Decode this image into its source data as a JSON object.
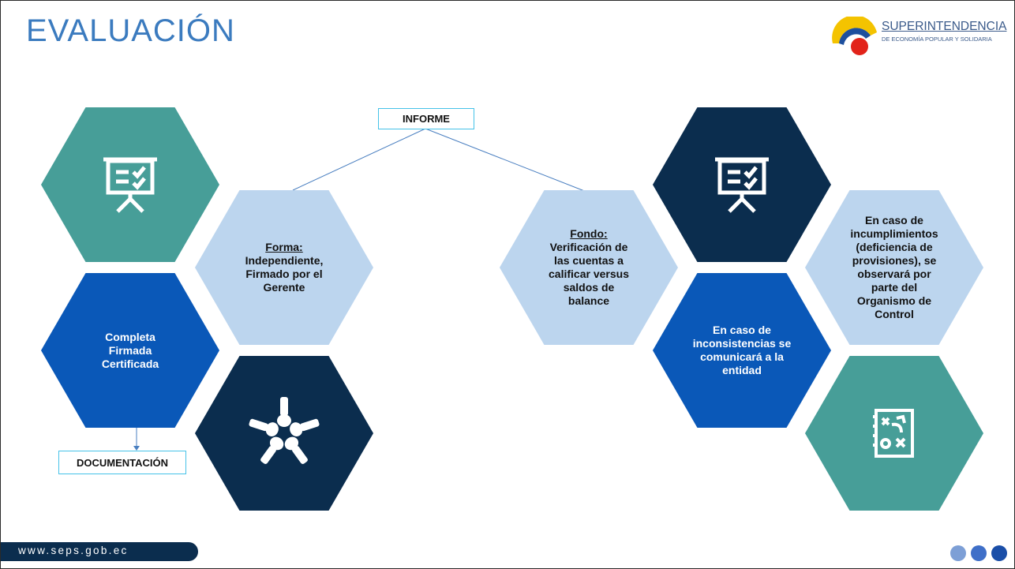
{
  "slide_title": "EVALUACIÓN",
  "logo": {
    "name": "SUPERINTENDENCIA",
    "subtitle": "DE ECONOMÍA POPULAR Y SOLIDARIA"
  },
  "informe_label": "INFORME",
  "documentacion_label": "DOCUMENTACIÓN",
  "forma": {
    "heading": "Forma:",
    "lines": [
      "Independiente,",
      "Firmado por el",
      "Gerente"
    ]
  },
  "fondo": {
    "heading": "Fondo:",
    "lines": [
      "Verificación de",
      "las cuentas a",
      "calificar versus",
      "saldos de",
      "balance"
    ]
  },
  "completa": {
    "lines": [
      "Completa",
      "Firmada",
      "Certificada"
    ]
  },
  "inconsistencias": {
    "lines": [
      "En caso de",
      "inconsistencias se",
      "comunicará a la",
      "entidad"
    ]
  },
  "incumplimientos": {
    "lines": [
      "En caso de",
      "incumplimientos",
      "(deficiencia de",
      "provisiones), se",
      "observará por",
      "parte del",
      "Organismo de",
      "Control"
    ]
  },
  "icons": [
    "presentation-board-icon",
    "presentation-board-icon",
    "hands-teamwork-icon",
    "strategy-plan-icon"
  ],
  "footer_url": "www.seps.gob.ec",
  "colors": {
    "teal": "#479e98",
    "navy": "#0b2d4e",
    "blue": "#0a58b8",
    "light": "#bcd5ee",
    "title": "#3b7bbf",
    "box_border": "#45c2e8"
  }
}
